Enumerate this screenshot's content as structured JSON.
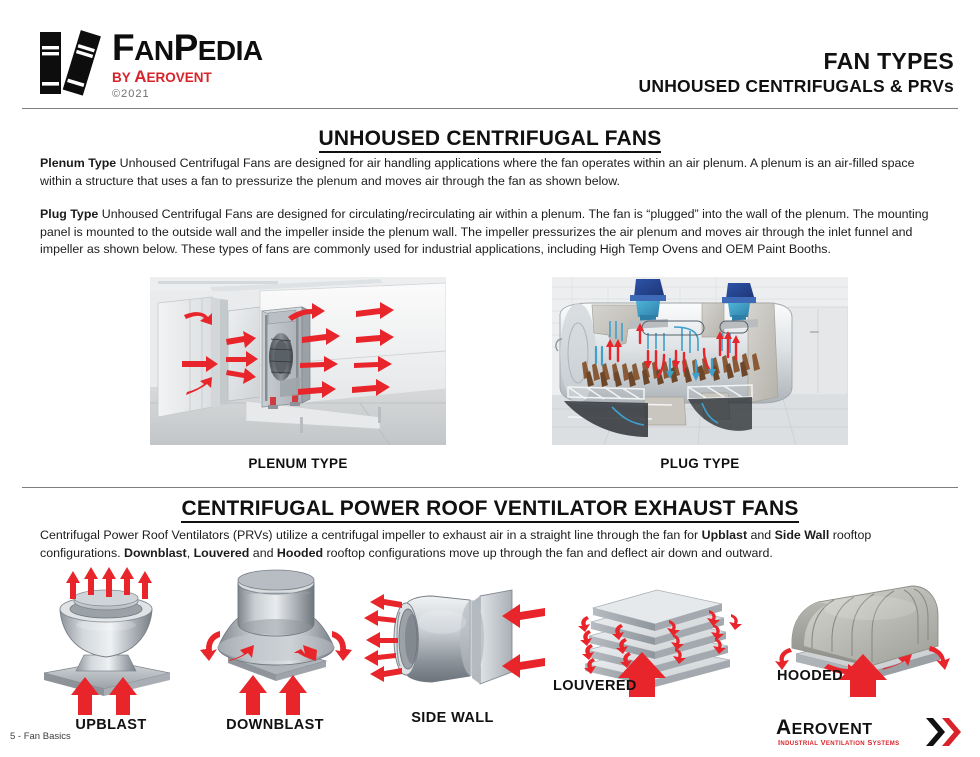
{
  "brand": {
    "logo_main_fan": "F",
    "logo_main": "FANPEDIA",
    "logo_main_a": "AN",
    "logo_main_p": "P",
    "logo_main_b": "EDIA",
    "logo_sub_by": "BY ",
    "logo_sub_a": "A",
    "logo_sub_rest": "EROVENT",
    "copyright": "©2021",
    "books_icon": "books-icon"
  },
  "header": {
    "title": "FAN TYPES",
    "subtitle": "UNHOUSED CENTRIFUGALS & PRVs"
  },
  "section1": {
    "heading": "UNHOUSED CENTRIFUGAL FANS",
    "para1_lead": "Plenum Type",
    "para1_body": " Unhoused Centrifugal Fans are designed for air handling applications where the fan operates within an air plenum. A plenum is an air-filled space within a structure that uses a fan to pressurize the plenum and moves air through the fan as shown below.",
    "para2_lead": "Plug Type",
    "para2_body": " Unhoused Centrifugal Fans are designed for circulating/recirculating air within a plenum. The fan is “plugged” into the wall of the plenum. The mounting panel is mounted to the outside wall and the impeller inside the plenum wall. The impeller pressurizes the air plenum and moves air through the inlet funnel and impeller as shown below. These types of fans are commonly used for industrial applications, including High Temp Ovens and OEM Paint Booths.",
    "caption_left": "PLENUM TYPE",
    "caption_right": "PLUG TYPE",
    "illustration_left": "plenum-type-cutaway-illustration",
    "illustration_right": "plug-type-oven-cutaway-illustration"
  },
  "section2": {
    "heading": "CENTRIFUGAL POWER ROOF VENTILATOR EXHAUST FANS",
    "para_part1": "Centrifugal Power Roof Ventilators (PRVs) utilize a centrifugal impeller to exhaust air in a straight line through the fan for ",
    "para_bold1": "Upblast",
    "para_part2": " and ",
    "para_bold2": "Side Wall",
    "para_part3": " rooftop configurations. ",
    "para_bold3": "Downblast",
    "para_part4": ", ",
    "para_bold4": "Louvered",
    "para_part5": " and ",
    "para_bold5": "Hooded",
    "para_part6": " rooftop configurations move up through the fan and deflect air down and outward.",
    "fans": [
      {
        "label": "UPBLAST",
        "illustration": "upblast-fan-illustration"
      },
      {
        "label": "DOWNBLAST",
        "illustration": "downblast-fan-illustration"
      },
      {
        "label": "SIDE WALL",
        "illustration": "side-wall-fan-illustration"
      },
      {
        "label": "LOUVERED",
        "illustration": "louvered-fan-illustration"
      },
      {
        "label": "HOODED",
        "illustration": "hooded-fan-illustration"
      }
    ]
  },
  "footer": {
    "page_label": "5 - Fan Basics",
    "logo_name": "AEROVENT",
    "logo_tagline": "INDUSTRIAL VENTILATION SYSTEMS"
  },
  "colors": {
    "arrow_red": "#E8252A",
    "brand_red": "#D8232A",
    "rule_gray": "#7D7F83",
    "metal_light": "#E3E6E9",
    "metal_mid": "#A8AEB4",
    "metal_dark": "#6E757C",
    "text_black": "#111111"
  }
}
